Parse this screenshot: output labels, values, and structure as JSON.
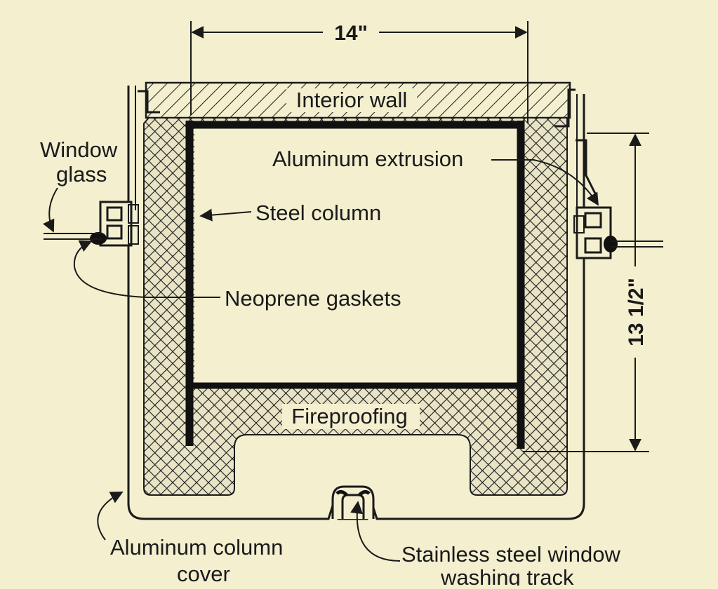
{
  "dimensions": {
    "width_label": "14\"",
    "height_label": "13 1/2\""
  },
  "labels": {
    "interior_wall": "Interior wall",
    "aluminum_extrusion": "Aluminum extrusion",
    "steel_column": "Steel column",
    "window_glass_line1": "Window",
    "window_glass_line2": "glass",
    "neoprene_gaskets": "Neoprene gaskets",
    "fireproofing": "Fireproofing",
    "column_cover_line1": "Aluminum column",
    "column_cover_line2": "cover",
    "washing_track_line1": "Stainless steel window",
    "washing_track_line2": "washing track"
  },
  "colors": {
    "paper": "#f3efcf",
    "ink": "#1a1a1a"
  }
}
